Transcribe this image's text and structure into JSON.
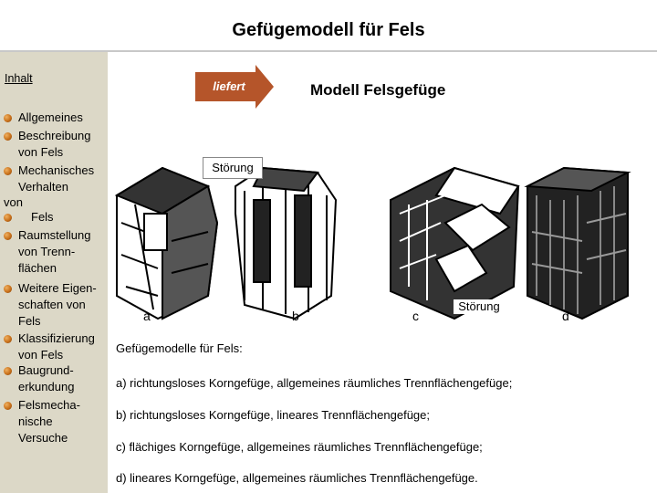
{
  "title": "Gefügemodell für Fels",
  "sidebar": {
    "inhalt_link": "Inhalt",
    "items": [
      {
        "label": "Allgemeines"
      },
      {
        "label": "Beschreibung\nvon Fels"
      },
      {
        "label": "Mechanisches\nVerhalten"
      },
      {
        "label": "Fels"
      },
      {
        "label": "Raumstellung\nvon Trenn-\nflächen"
      },
      {
        "label": "Weitere Eigen-\nschaften von\nFels"
      },
      {
        "label": "Klassifizierung\nvon Fels"
      },
      {
        "label": "Baugrund-\nerkundung"
      },
      {
        "label": "Felsmecha-\nnische\nVersuche"
      }
    ],
    "von_label": "von"
  },
  "arrow_label": "liefert",
  "model_heading": "Modell Felsgefüge",
  "figure": {
    "stoerung_top": "Störung",
    "stoerung_bottom": "Störung",
    "labels": [
      "a",
      "b",
      "c",
      "d"
    ]
  },
  "captions": {
    "heading": "Gefügemodelle für Fels:",
    "a": "a) richtungsloses Korngefüge, allgemeines räumliches Trennflächengefüge;",
    "b": "b) richtungsloses Korngefüge, lineares Trennflächengefüge;",
    "c": "c) flächiges Korngefüge, allgemeines räumliches Trennflächengefüge;",
    "d": "d) lineares Korngefüge, allgemeines räumliches Trennflächengefüge."
  },
  "colors": {
    "sidebar_bg": "#dcd8c7",
    "arrow_fill": "#b5552a",
    "bullet": "#c8701a"
  }
}
